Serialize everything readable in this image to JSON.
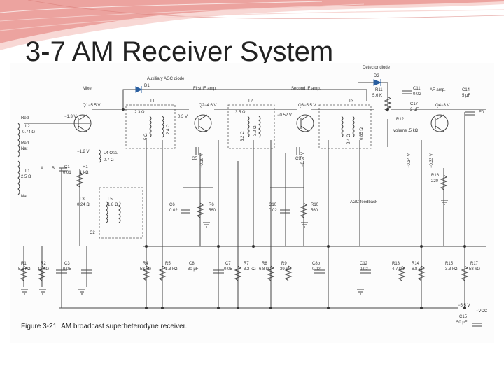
{
  "slide": {
    "title": "3-7 AM Receiver System",
    "accent_color": "#e8918c"
  },
  "figure": {
    "number": "Figure 3-21",
    "caption": "AM broadcast superheterodyne receiver."
  },
  "schematic": {
    "stage_labels": [
      "Mixer",
      "First IF amp.",
      "Second IF amp.",
      "AF amp.",
      "Auxiliary AGC diode",
      "Detector diode",
      "AGC feedback"
    ],
    "transistors": [
      {
        "ref": "Q1",
        "voltage": "−5.5 V",
        "emitter_v": "−1.3 V",
        "base_v": "−1.2 V"
      },
      {
        "ref": "Q2",
        "voltage": "−4.6 V",
        "emitter_v": "0.3 V",
        "base_v": "−0.19 V"
      },
      {
        "ref": "Q3",
        "voltage": "−5.5 V",
        "emitter_v": "−0.52 V",
        "base_v": "−0.57 V"
      },
      {
        "ref": "Q4",
        "voltage": "−3 V",
        "emitter_v": "−0.34 V",
        "base_v": "−0.33 V"
      }
    ],
    "transformers": [
      "T1",
      "T2",
      "T3"
    ],
    "diodes": [
      "D1",
      "D2"
    ],
    "antenna": {
      "labels": [
        "Red",
        "Nat",
        "Red",
        "Nat"
      ],
      "l2": "L2",
      "l2_value": "0.74 Ω",
      "l1": "L1",
      "l1_value": "2.5 Ω",
      "terminals": [
        "A",
        "B"
      ]
    },
    "oscillator": {
      "label": "L4 Osc.",
      "value": "0.7 Ω",
      "l3": "L3",
      "l3_value": "0.24 Ω",
      "l5": "L5",
      "l5_value": "1.8 Ω",
      "c2": "C2"
    },
    "components_top": [
      {
        "ref": "C1",
        "value": "0.01"
      },
      {
        "ref": "R1",
        "value": "1 kΩ"
      },
      {
        "ref": "R11",
        "value": "5.6 K"
      },
      {
        "ref": "C11",
        "value": "0.02"
      },
      {
        "ref": "C17",
        "value": "2 μF"
      },
      {
        "ref": "R12",
        "value": "volume .5 kΩ"
      },
      {
        "ref": "C14",
        "value": "5 μF"
      },
      {
        "ref": "C5",
        "value": ""
      },
      {
        "ref": "C9",
        "value": ""
      },
      {
        "ref": "R16",
        "value": "220"
      },
      {
        "ref": "E0",
        "value": ""
      }
    ],
    "components_mid": [
      {
        "ref": "C6",
        "value": "0.02"
      },
      {
        "ref": "R6",
        "value": "560"
      },
      {
        "ref": "C10",
        "value": "0.02"
      },
      {
        "ref": "R10",
        "value": "560"
      }
    ],
    "components_bottom": [
      {
        "ref": "R1",
        "value": "5.6 kΩ"
      },
      {
        "ref": "R2",
        "value": "18 kΩ"
      },
      {
        "ref": "C3",
        "value": "0.05"
      },
      {
        "ref": "R4",
        "value": "58 kΩ"
      },
      {
        "ref": "R5",
        "value": "1.3 kΩ"
      },
      {
        "ref": "C8",
        "value": "30 μF"
      },
      {
        "ref": "C7",
        "value": "0.05"
      },
      {
        "ref": "R7",
        "value": "3.2 kΩ"
      },
      {
        "ref": "R8",
        "value": "6.8 kΩ"
      },
      {
        "ref": "R9",
        "value": "39 kΩ"
      },
      {
        "ref": "C8b",
        "value": "0.02"
      },
      {
        "ref": "C12",
        "value": "0.02"
      },
      {
        "ref": "R13",
        "value": "4.7 kΩ"
      },
      {
        "ref": "R14",
        "value": "6.8 kΩ"
      },
      {
        "ref": "R15",
        "value": "3.3 kΩ"
      },
      {
        "ref": "R17",
        "value": "58 kΩ"
      }
    ],
    "supply": {
      "voltage": "−5.5 V",
      "label": "−VCC",
      "cap": "C15",
      "cap_value": "50 μF"
    },
    "winding_resistances": [
      "2.3 Ω",
      "5 Ω",
      "2.4 Ω",
      "3.5 Ω",
      "3.2 Ω",
      "3.2 Ω",
      "2.4 Ω",
      "0.85 Ω"
    ]
  }
}
